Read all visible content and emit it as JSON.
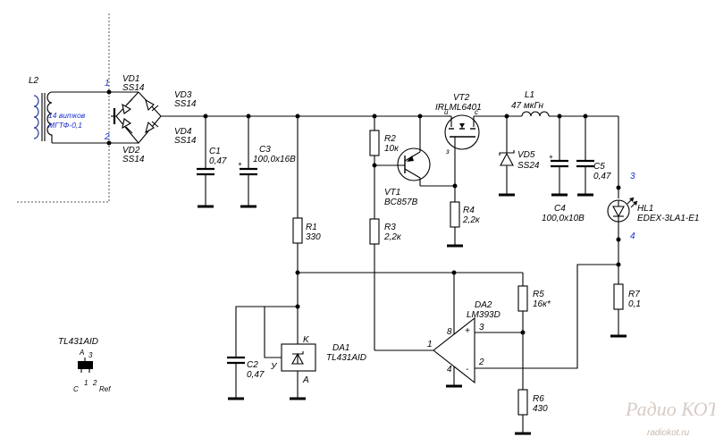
{
  "transformer": {
    "ref": "L2",
    "winding_note": "14 витков",
    "wire_note": "МГТФ-0,1",
    "terminal_1": "1",
    "terminal_2": "2"
  },
  "bridge": {
    "vd1": {
      "ref": "VD1",
      "value": "SS14"
    },
    "vd2": {
      "ref": "VD2",
      "value": "SS14"
    },
    "vd3": {
      "ref": "VD3",
      "value": "SS14"
    },
    "vd4": {
      "ref": "VD4",
      "value": "SS14"
    }
  },
  "c1": {
    "ref": "C1",
    "value": "0,47"
  },
  "c3": {
    "ref": "C3",
    "value": "100,0х16В"
  },
  "r1": {
    "ref": "R1",
    "value": "330"
  },
  "r2": {
    "ref": "R2",
    "value": "10к"
  },
  "r3": {
    "ref": "R3",
    "value": "2,2к"
  },
  "vt1": {
    "ref": "VT1",
    "value": "BC857B"
  },
  "vt2": {
    "ref": "VT2",
    "value": "IRLML6401",
    "pin_source": "и",
    "pin_drain": "с",
    "pin_gate": "з"
  },
  "r4": {
    "ref": "R4",
    "value": "2,2к"
  },
  "l1": {
    "ref": "L1",
    "value": "47 мкГн"
  },
  "vd5": {
    "ref": "VD5",
    "value": "SS24"
  },
  "c4": {
    "ref": "C4",
    "value": "100,0х10В"
  },
  "c5": {
    "ref": "C5",
    "value": "0,47"
  },
  "hl1": {
    "ref": "HL1",
    "value": "EDEX-3LA1-E1",
    "terminal_3": "3",
    "terminal_4": "4"
  },
  "r7": {
    "ref": "R7",
    "value": "0,1"
  },
  "r5": {
    "ref": "R5",
    "value": "16к*"
  },
  "r6": {
    "ref": "R6",
    "value": "430"
  },
  "da2": {
    "ref": "DA2",
    "value": "LM393D",
    "pin_1": "1",
    "pin_2": "2",
    "pin_3": "3",
    "pin_4": "4",
    "pin_8": "8",
    "plus": "+",
    "minus": "-"
  },
  "da1": {
    "ref": "DA1",
    "value": "TL431AID",
    "pin_k": "K",
    "pin_a": "A",
    "pin_u": "У"
  },
  "c2": {
    "ref": "C2",
    "value": "0,47"
  },
  "c3_plus": "+",
  "c4_plus": "+",
  "package": {
    "title": "TL431AID",
    "pin_a": "A",
    "pin_3": "3",
    "pin_c": "C",
    "pin_1": "1",
    "pin_2": "2",
    "pin_ref": "Ref"
  },
  "watermark": {
    "logo": "Радио КОТ",
    "site": "radiokot.ru"
  }
}
